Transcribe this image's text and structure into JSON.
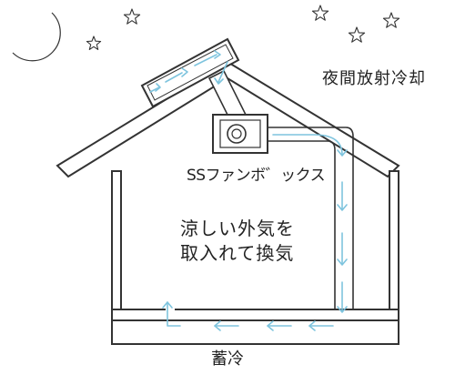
{
  "labels": {
    "night_cooling": "夜間放射冷却",
    "fan_box": "SSファンボ゛ックス",
    "cool_air_line1": "涼しい外気を",
    "cool_air_line2": "取入れて換気",
    "heat_storage": "蓄冷"
  },
  "colors": {
    "moon_fill": "#dfe7f6",
    "outline": "#333333",
    "airflow": "#7ec4de",
    "background": "#ffffff"
  },
  "icons": [
    "moon-icon",
    "star-icon",
    "solar-collector-icon",
    "fan-icon"
  ]
}
